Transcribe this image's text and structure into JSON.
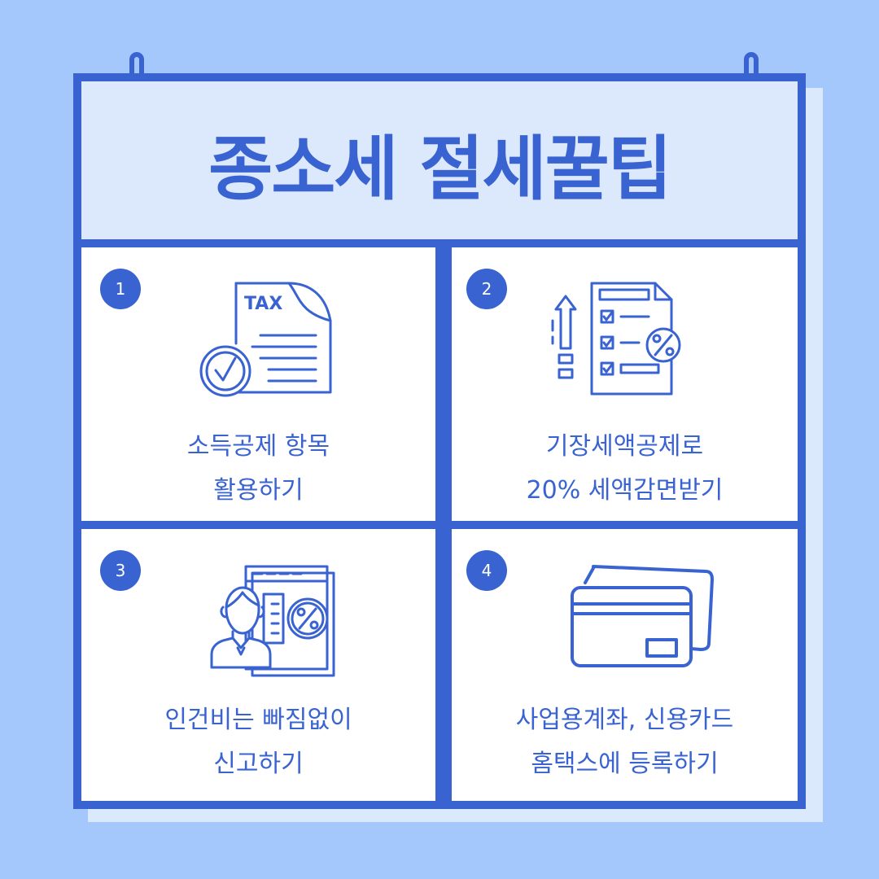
{
  "title": "종소세 절세꿀팁",
  "colors": {
    "background": "#a5c8fc",
    "accent": "#3a63d2",
    "header_bg": "#dce9fc",
    "shadow": "#dbe9fd",
    "cell_bg": "#ffffff"
  },
  "tips": [
    {
      "number": "1",
      "icon": "tax-document-check-icon",
      "icon_text": "TAX",
      "line1": "소득공제 항목",
      "line2": "활용하기"
    },
    {
      "number": "2",
      "icon": "checklist-percent-icon",
      "line1": "기장세액공제로",
      "line2": "20% 세액감면받기"
    },
    {
      "number": "3",
      "icon": "employee-percent-icon",
      "line1": "인건비는 빠짐없이",
      "line2": "신고하기"
    },
    {
      "number": "4",
      "icon": "credit-card-icon",
      "line1": "사업용계좌, 신용카드",
      "line2": "홈택스에 등록하기"
    }
  ]
}
